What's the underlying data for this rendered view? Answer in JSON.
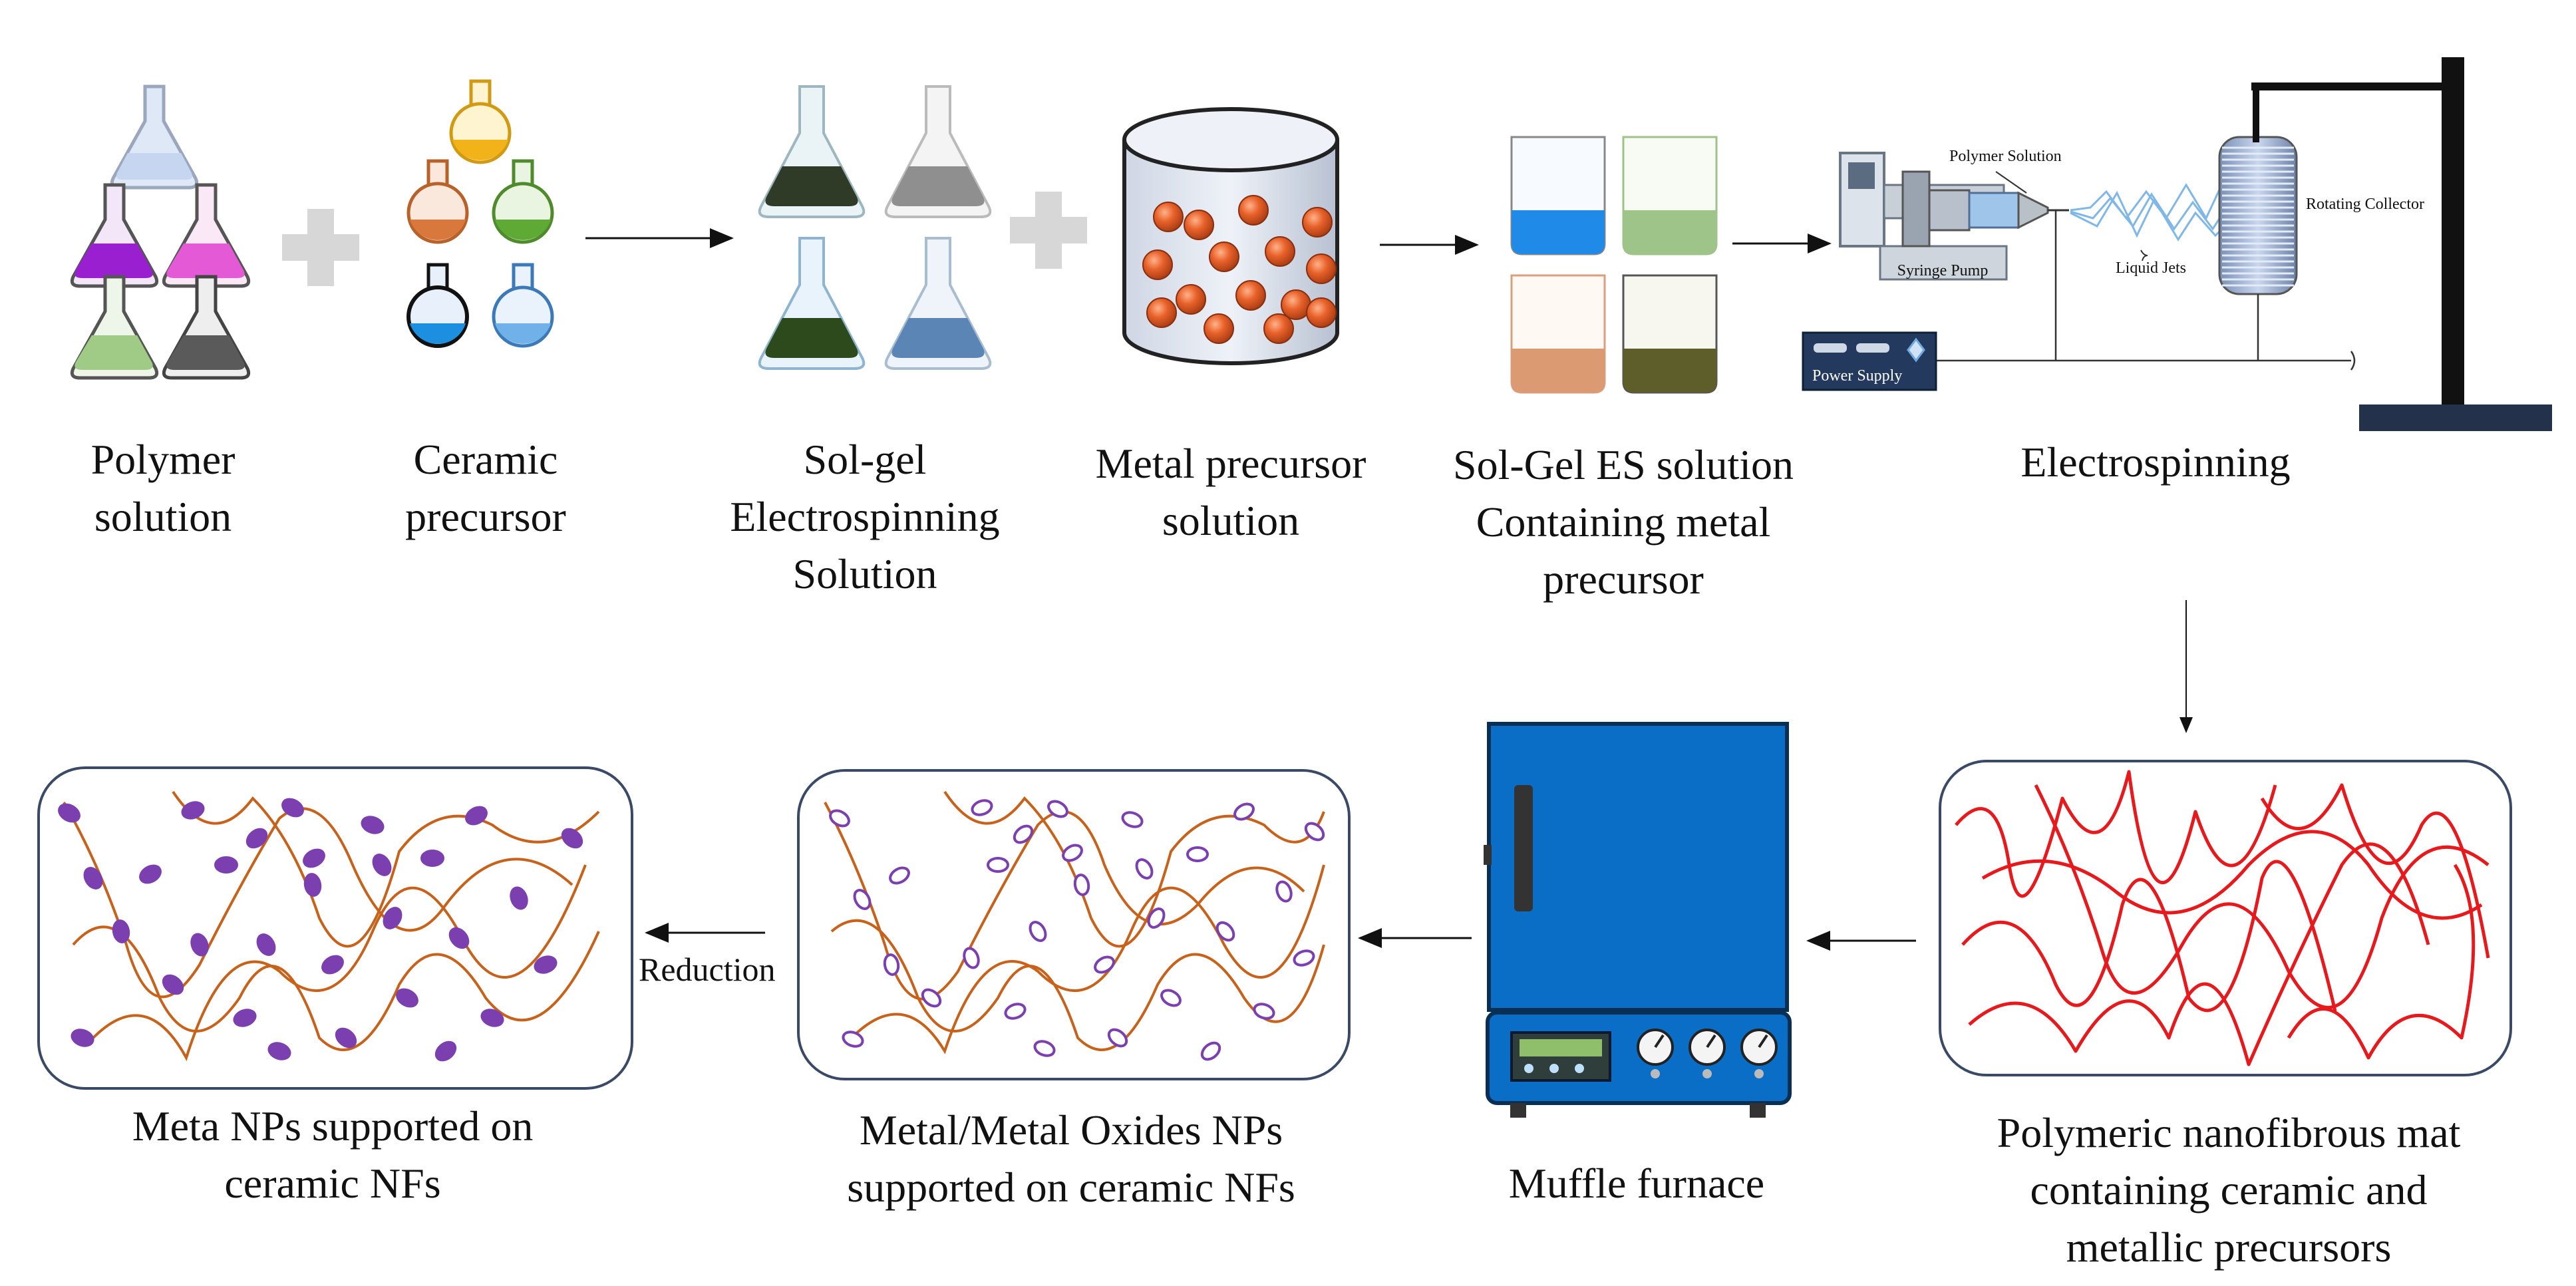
{
  "labels": {
    "polymer_solution": [
      "Polymer",
      "solution"
    ],
    "ceramic_precursor": [
      "Ceramic",
      "precursor"
    ],
    "solgel_solution": [
      "Sol-gel",
      "Electrospinning",
      "Solution"
    ],
    "metal_precursor": [
      "Metal precursor",
      "solution"
    ],
    "solgel_es_solution": [
      "Sol-Gel ES solution",
      "Containing metal",
      "precursor"
    ],
    "electrospinning": [
      "Electrospinning"
    ],
    "polymeric_mat": [
      "Polymeric nanofibrous mat",
      "containing ceramic and",
      "metallic precursors"
    ],
    "muffle_furnace": [
      "Muffle furnace"
    ],
    "metal_oxides": [
      "Metal/Metal Oxides NPs",
      "supported on ceramic NFs"
    ],
    "meta_nps": [
      "Meta NPs supported on",
      "ceramic NFs"
    ]
  },
  "apparatus": {
    "polymer_solution": "Polymer Solution",
    "syringe_pump": "Syringe  Pump",
    "liquid_jets": "Liquid Jets",
    "rotating_collector": "Rotating Collector",
    "power_supply": "Power Supply"
  },
  "reduction": "Reduction",
  "colors": {
    "fiber_red": "#e8191c",
    "fiber_orange": "#c8611a",
    "np_purple": "#7b3fb0",
    "furnace_blue": "#0a6ec7",
    "particle_orange": "#e8612a"
  }
}
